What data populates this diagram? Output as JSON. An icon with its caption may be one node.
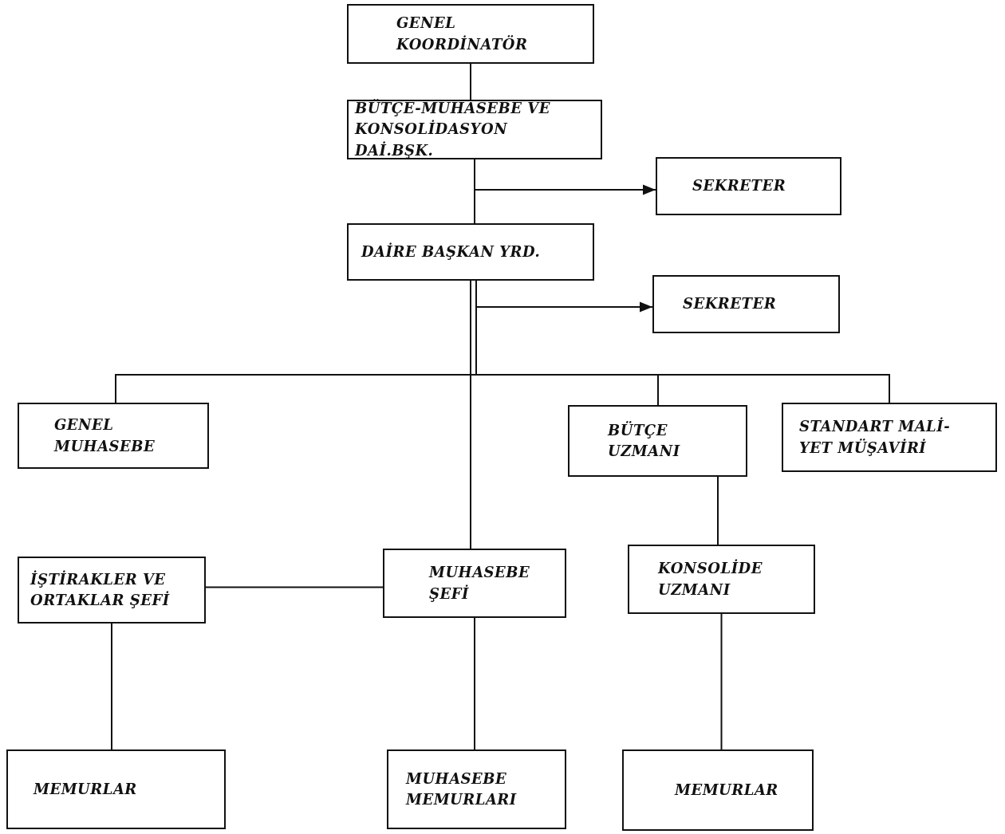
{
  "diagram": {
    "nodes": [
      {
        "text": [
          "GENEL KOORDİNATÖR"
        ]
      },
      {
        "text": [
          "BÜTÇE-MUHASEBE VE KONSOLİDASYON DAİ.BŞK."
        ]
      },
      {
        "text": [
          "SEKRETER"
        ]
      },
      {
        "text": [
          "DAİRE BAŞKAN YRD."
        ]
      },
      {
        "text": [
          "SEKRETER"
        ]
      },
      {
        "text": [
          "GENEL MUHASEBE"
        ]
      },
      {
        "text": [
          "BÜTÇE UZMANI"
        ]
      },
      {
        "text": [
          "STANDART MALİ- YET MÜŞAVİRİ"
        ]
      },
      {
        "text": [
          "İŞTİRAKLER VE ORTAKLAR ŞEFİ"
        ]
      },
      {
        "text": [
          "MUHASEBE ŞEFİ"
        ]
      },
      {
        "text": [
          "KONSOLİDE UZMANI"
        ]
      },
      {
        "text": [
          "MEMURLAR"
        ]
      },
      {
        "text": [
          "MUHASEBE MEMURLARI"
        ]
      },
      {
        "text": [
          "MEMURLAR"
        ]
      }
    ],
    "edges": [
      {
        "from": 0,
        "to": 1,
        "arrow": "none"
      },
      {
        "from": 1,
        "to": 3,
        "arrow": "none"
      },
      {
        "from": 1,
        "to": 2,
        "arrow": "to"
      },
      {
        "from": 3,
        "to": 9,
        "arrow": "none"
      },
      {
        "from": 3,
        "to": 4,
        "arrow": "to"
      },
      {
        "from": 3,
        "to": 5,
        "arrow": "none"
      },
      {
        "from": 3,
        "to": 6,
        "arrow": "none"
      },
      {
        "from": 3,
        "to": 7,
        "arrow": "none"
      },
      {
        "from": 6,
        "to": 10,
        "arrow": "none"
      },
      {
        "from": 8,
        "to": 9,
        "arrow": "none"
      },
      {
        "from": 8,
        "to": 11,
        "arrow": "none"
      },
      {
        "from": 9,
        "to": 12,
        "arrow": "none"
      },
      {
        "from": 10,
        "to": 13,
        "arrow": "none"
      }
    ]
  }
}
